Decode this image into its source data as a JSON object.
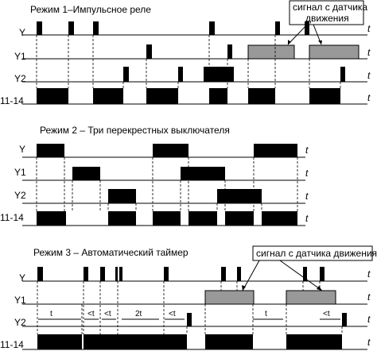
{
  "mode1": {
    "title": "Режим 1–Импульсное реле",
    "rows": [
      "Y",
      "Y1",
      "Y2",
      "11-14"
    ],
    "t": "t",
    "note_line1": "сигнал с датчика",
    "note_line2": "движения"
  },
  "mode2": {
    "title": "Режим 2 – Три перекрестных выключателя",
    "rows": [
      "Y",
      "Y1",
      "Y2",
      "11-14"
    ],
    "t": "t"
  },
  "mode3": {
    "title": "Режим 3 – Автоматический таймер",
    "rows": [
      "Y",
      "Y1",
      "Y2",
      "11-14"
    ],
    "t": "t",
    "note": "сигнал с датчика движения",
    "intervals": [
      "t",
      "<t",
      "<t",
      "2t",
      "<t",
      "t",
      "<t"
    ]
  },
  "colors": {
    "pulse": "#000000",
    "sensor": "#999999"
  }
}
